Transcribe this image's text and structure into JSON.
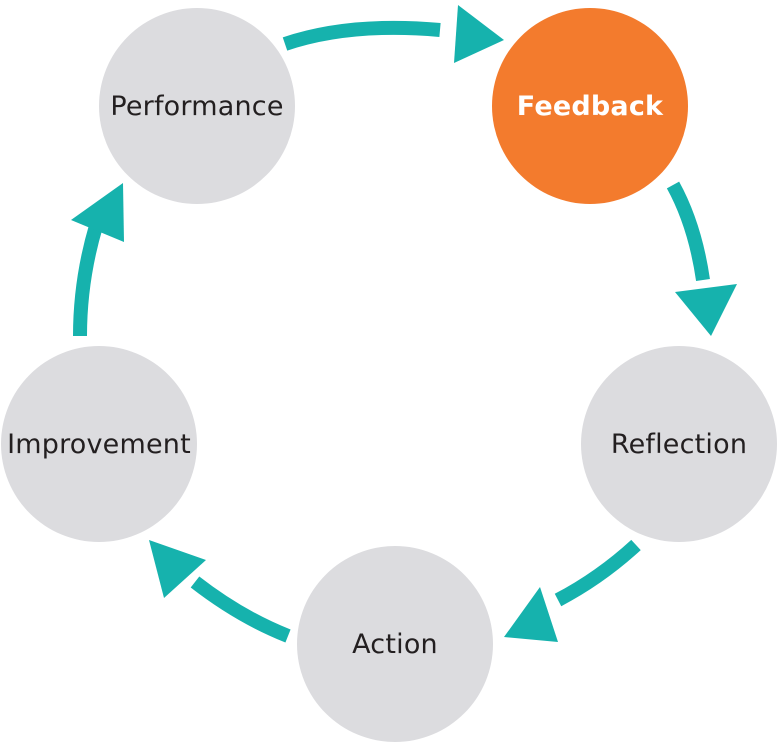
{
  "colors": {
    "node_fill": "#dcdcdf",
    "highlight_fill": "#f37b2d",
    "highlight_text": "#ffffff",
    "text": "#231f20",
    "arrow": "#16b2ad"
  },
  "cycle": {
    "nodes": [
      {
        "id": "performance",
        "label": "Performance",
        "highlighted": false
      },
      {
        "id": "feedback",
        "label": "Feedback",
        "highlighted": true
      },
      {
        "id": "reflection",
        "label": "Reflection",
        "highlighted": false
      },
      {
        "id": "action",
        "label": "Action",
        "highlighted": false
      },
      {
        "id": "improvement",
        "label": "Improvement",
        "highlighted": false
      }
    ],
    "arrows": [
      {
        "from": "performance",
        "to": "feedback"
      },
      {
        "from": "feedback",
        "to": "reflection"
      },
      {
        "from": "reflection",
        "to": "action"
      },
      {
        "from": "action",
        "to": "improvement"
      },
      {
        "from": "improvement",
        "to": "performance"
      }
    ]
  }
}
